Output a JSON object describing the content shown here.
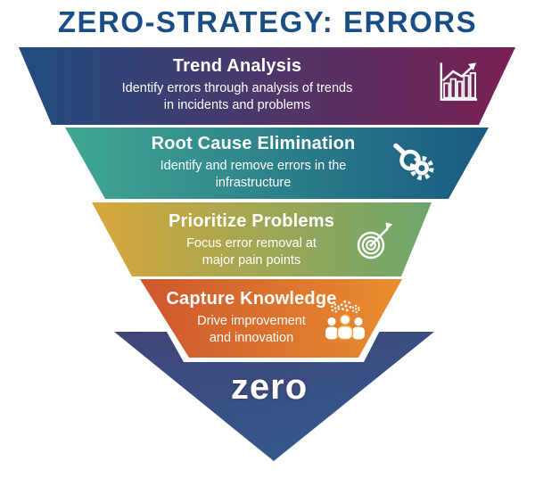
{
  "title": {
    "text": "ZERO-STRATEGY: ERRORS",
    "color": "#1b4d85"
  },
  "funnel": {
    "layers": [
      {
        "heading": "Trend Analysis",
        "description": "Identify errors through analysis of trends\nin incidents and problems",
        "icon": "bar-chart-trend-icon",
        "color_left": "#1d4e81",
        "color_right": "#7e1e52"
      },
      {
        "heading": "Root Cause Elimination",
        "description": "Identify and remove errors in the\ninfrastructure",
        "icon": "magnifier-gears-icon",
        "color_left": "#47b496",
        "color_right": "#14517f"
      },
      {
        "heading": "Prioritize Problems",
        "description": "Focus error removal at\nmajor pain points",
        "icon": "target-dart-icon",
        "color_left": "#f5a82d",
        "color_right": "#4aa57c"
      },
      {
        "heading": "Capture Knowledge",
        "description": "Drive improvement\nand innovation",
        "icon": "people-gears-icon",
        "color_left": "#bf3a2d",
        "color_right": "#f7a92e"
      }
    ],
    "apex": {
      "label": "zero",
      "color_top": "#5e1b4d",
      "color_bottom": "#2d6094"
    }
  }
}
